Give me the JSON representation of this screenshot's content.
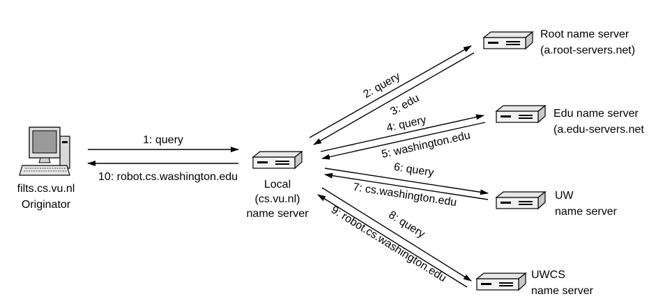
{
  "nodes": {
    "originator": {
      "host": "filts.cs.vu.nl",
      "role": "Originator"
    },
    "local": {
      "line1": "Local",
      "line2": "(cs.vu.nl)",
      "line3": "name server"
    },
    "root": {
      "line1": "Root name server",
      "line2": "(a.root-servers.net)"
    },
    "edu": {
      "line1": "Edu name server",
      "line2": "(a.edu-servers.net"
    },
    "uw": {
      "line1": "UW",
      "line2": "name server"
    },
    "uwcs": {
      "line1": "UWCS",
      "line2": "name server"
    }
  },
  "messages": {
    "m1": "1: query",
    "m2": "2: query",
    "m3": "3: edu",
    "m4": "4: query",
    "m5": "5: washington.edu",
    "m6": "6: query",
    "m7": "7: cs.washington.edu",
    "m8": "8: query",
    "m9": "9: robot.cs.washington.edu",
    "m10": "10: robot.cs.washington.edu"
  }
}
